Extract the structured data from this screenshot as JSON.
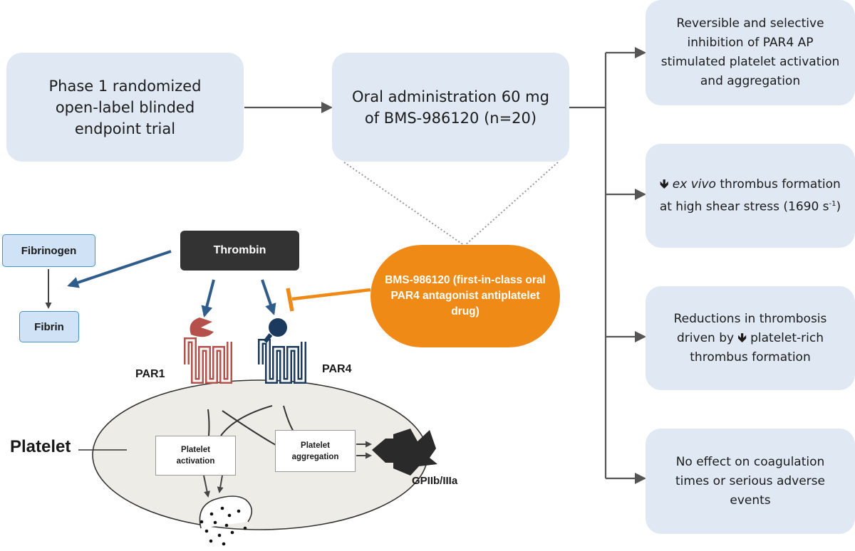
{
  "trial_design": "Phase 1 randomized open-label blinded endpoint trial",
  "administration": "Oral administration 60 mg of BMS-986120 (n=20)",
  "outcomes": {
    "o1": "Reversible and selective inhibition of PAR4 AP stimulated platelet activation and aggregation",
    "o2_arrow": "🡻",
    "o2_italic": "ex vivo",
    "o2_text": "thrombus formation at high shear stress (1690 s",
    "o2_sup": "-1",
    "o2_close": ")",
    "o3_pre": "Reductions in thrombosis driven by",
    "o3_arrow": "🡻",
    "o3_post": "platelet-rich thrombus formation",
    "o4": "No effect on coagulation times or serious adverse events"
  },
  "mechanism": {
    "fibrinogen": "Fibrinogen",
    "fibrin": "Fibrin",
    "thrombin": "Thrombin",
    "drug": "BMS-986120 (first-in-class oral PAR4 antagonist antiplatelet drug)",
    "par1": "PAR1",
    "par4": "PAR4",
    "platelet": "Platelet",
    "activation": "Platelet activation",
    "aggregation": "Platelet aggregation",
    "gpiib": "GPIIb/IIIa"
  },
  "colors": {
    "box_fill": "#dfe8f3",
    "drug_orange": "#ef8a16",
    "par1_red": "#b5514a",
    "par4_navy": "#1c3a5e",
    "arrow_blue": "#2f5c8a",
    "platelet_fill": "#eeece6"
  }
}
